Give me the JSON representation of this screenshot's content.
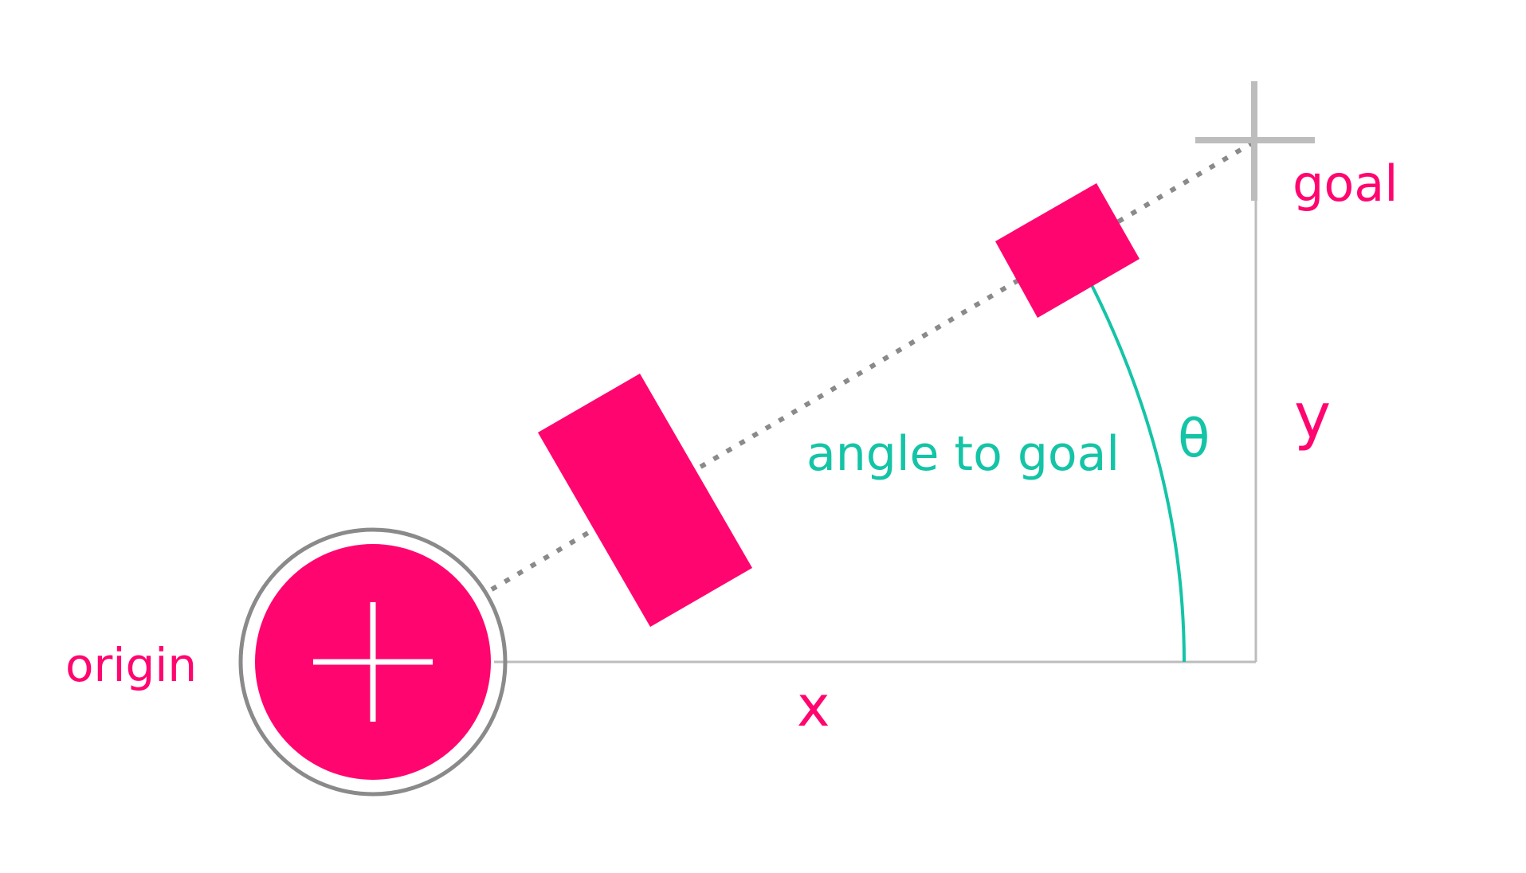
{
  "colors": {
    "accent": "#ff056f",
    "angle": "#14c4a6",
    "guide": "#bdbdbd",
    "dotted": "#8a8a8a",
    "ring": "#8a8a8a",
    "background": "#ffffff"
  },
  "labels": {
    "origin": "origin",
    "goal": "goal",
    "x": "x",
    "y": "y",
    "angle": "angle to goal",
    "theta": "θ"
  },
  "icons": {
    "origin_marker": "crosshair-icon",
    "goal_marker": "crosshair-icon"
  }
}
